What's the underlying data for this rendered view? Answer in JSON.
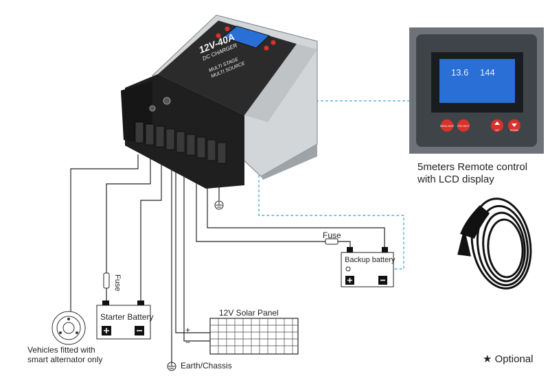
{
  "charger": {
    "front_line1": "12V-40A",
    "front_line2": "DC CHARGER",
    "front_line3": "MULTI STAGE",
    "front_line4": "MULTI SOURCE"
  },
  "remote": {
    "caption_line1": "5meters Remote control",
    "caption_line2": "with LCD display",
    "lcd_left": "13.6",
    "lcd_right": "144",
    "buttons": [
      "MENU SAVE",
      "ESC NEXT",
      "UP",
      "DOWN"
    ]
  },
  "labels": {
    "fuse_top": "Fuse",
    "fuse_left": "Fuse",
    "backup_battery": "Backup battery",
    "starter_battery": "Starter Battery",
    "solar_panel": "12V  Solar  Panel",
    "plus": "+",
    "minus": "−",
    "earth_chassis": "Earth/Chassis",
    "alternator_line1": "Vehicles fitted with",
    "alternator_line2": "smart alternator only",
    "optional": "★ Optional"
  },
  "colors": {
    "wire": "#222222",
    "dashed": "#3aa0d8",
    "lcd": "#2a6fd6",
    "device_black": "#2b2b2b",
    "device_silver": "#cfd2d4",
    "button_red": "#d9322b",
    "remote_frame": "#6d7378"
  }
}
